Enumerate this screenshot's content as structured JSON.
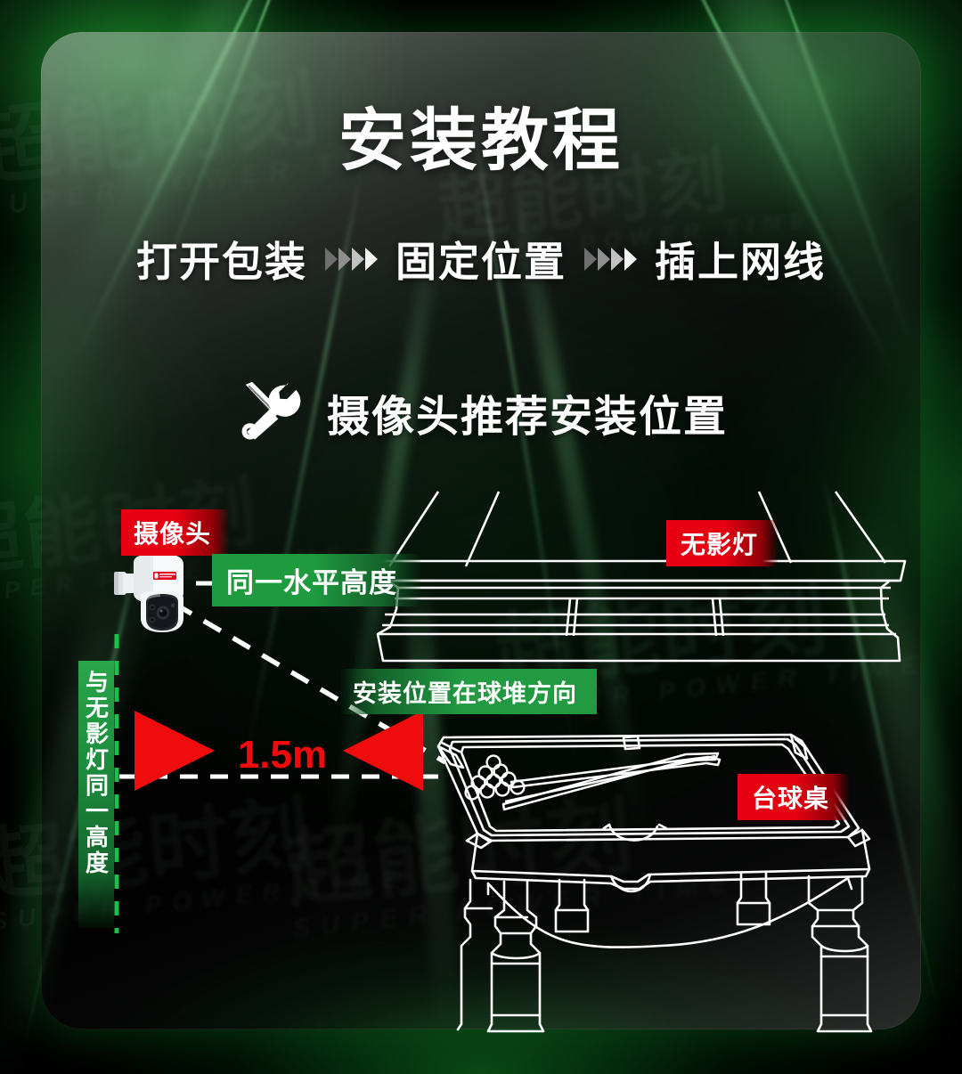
{
  "page": {
    "title": "安装教程",
    "background_color": "#000000",
    "accent_green": "#1f9b3f",
    "accent_red": "#e60012",
    "measure_red": "#f00c0c"
  },
  "watermark": {
    "cn": "超能时刻",
    "en": "SUPER POWER TIME"
  },
  "steps": [
    {
      "label": "打开包装"
    },
    {
      "label": "固定位置"
    },
    {
      "label": "插上网线"
    }
  ],
  "section": {
    "icon": "wrench-screwdriver-icon",
    "title": "摄像头推荐安装位置"
  },
  "diagram": {
    "labels": {
      "camera": "摄像头",
      "lamp": "无影灯",
      "same_level": "同一水平高度",
      "direction": "安装位置在球堆方向",
      "pool_table": "台球桌",
      "vertical_height": "与无影灯同一高度"
    },
    "measurement": {
      "value": "1.5m"
    },
    "objects": [
      {
        "name": "ptz-camera",
        "label": "摄像头"
      },
      {
        "name": "shadowless-lamp",
        "label": "无影灯"
      },
      {
        "name": "billiard-table",
        "label": "台球桌"
      }
    ]
  }
}
